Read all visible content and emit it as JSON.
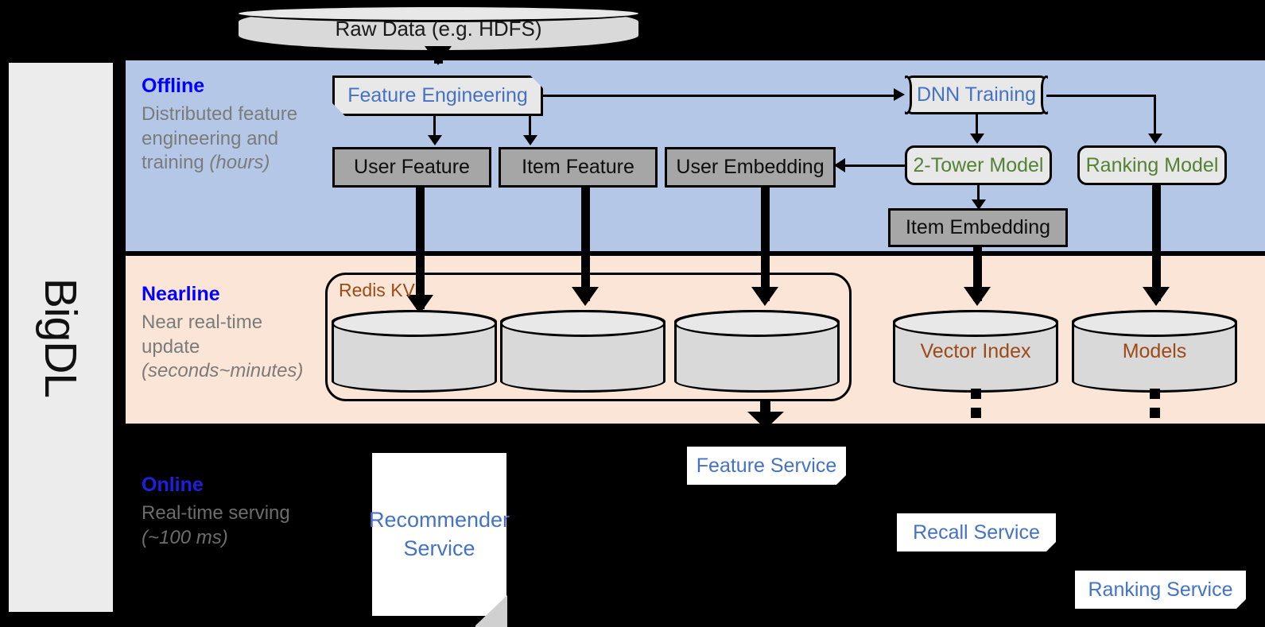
{
  "platform": {
    "name": "BigDL"
  },
  "source": {
    "raw_data_label": "Raw Data (e.g. HDFS)"
  },
  "bands": {
    "offline": {
      "title": "Offline",
      "description": "Distributed feature engineering and training ",
      "description_em": "(hours)",
      "bg_color": "#b4c7e7",
      "title_color": "#0000ff"
    },
    "nearline": {
      "title": "Nearline",
      "description": "Near real-time update ",
      "description_em": "(seconds~minutes)",
      "bg_color": "#fbe5d6",
      "title_color": "#0000ff"
    },
    "online": {
      "title": "Online",
      "description": "Real-time serving ",
      "description_em": "(~100 ms)",
      "bg_color": "#000000",
      "title_color": "#1f1fe0"
    }
  },
  "offline_nodes": {
    "feature_engineering": "Feature Engineering",
    "dnn_training": "DNN Training",
    "user_feature": "User Feature",
    "item_feature": "Item Feature",
    "user_embedding": "User Embedding",
    "two_tower_model": "2-Tower Model",
    "ranking_model": "Ranking Model",
    "item_embedding": "Item Embedding"
  },
  "nearline_nodes": {
    "redis_group_label": "Redis KV",
    "redis_store_1": "",
    "redis_store_2": "",
    "redis_store_3": "",
    "vector_index": "Vector Index",
    "models": "Models"
  },
  "online_nodes": {
    "recommender_service": "Recommender Service",
    "feature_service": "Feature Service",
    "recall_service": "Recall Service",
    "ranking_service": "Ranking Service"
  },
  "colors": {
    "process_text_blue": "#4472c4",
    "model_text_green": "#548235",
    "storage_text_brown": "#9c4a16",
    "store_box_fill": "#a6a6a6",
    "process_fill": "#e8e8e8",
    "cylinder_fill": "#d9d9d9",
    "caption_body": "#7b7b7b"
  }
}
